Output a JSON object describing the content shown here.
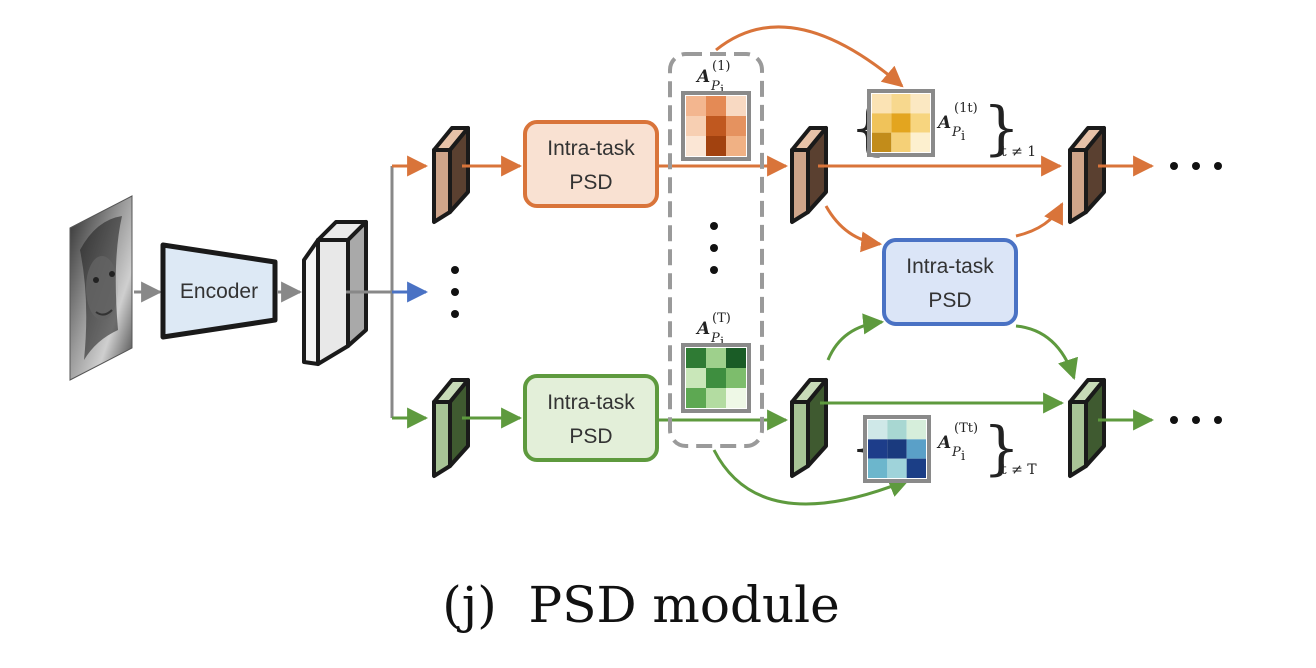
{
  "encoder": {
    "label": "Encoder"
  },
  "psd_top": {
    "line1": "Intra-task",
    "line2": "PSD"
  },
  "psd_bottom": {
    "line1": "Intra-task",
    "line2": "PSD"
  },
  "psd_middle": {
    "line1": "Intra-task",
    "line2": "PSD"
  },
  "attn_1": {
    "main": "A",
    "sub": "P",
    "subsub": "i",
    "sup": "(1)"
  },
  "attn_T": {
    "main": "A",
    "sub": "P",
    "subsub": "i",
    "sup": "(T)"
  },
  "attn_1t": {
    "main": "A",
    "sub": "P",
    "subsub": "i",
    "sup": "(1t)",
    "cond": "t ≠ 1"
  },
  "attn_Tt": {
    "main": "A",
    "sub": "P",
    "subsub": "i",
    "sup": "(Tt)",
    "cond": "t ≠ T"
  },
  "caption": "(j)  PSD module",
  "colors": {
    "orange": "#d9743a",
    "orange_fill": "#f9e1d2",
    "green": "#5e9a3e",
    "green_fill": "#e3efd9",
    "blue": "#4a72c4",
    "blue_fill": "#dbe5f7",
    "encoder_fill": "#dde9f5",
    "gray": "#888888"
  },
  "heatmaps": {
    "attn_1": [
      [
        "#f3b68f",
        "#e48a55",
        "#f8d9c2"
      ],
      [
        "#f7cfb2",
        "#c0581f",
        "#e5925f"
      ],
      [
        "#fbe6d5",
        "#a2420f",
        "#f0b184"
      ]
    ],
    "attn_T": [
      [
        "#2f7b34",
        "#9ed08c",
        "#1a5c26"
      ],
      [
        "#c9e7b9",
        "#3e8e3f",
        "#7dbd6c"
      ],
      [
        "#5da852",
        "#b3dca1",
        "#eef8e6"
      ]
    ],
    "attn_1t": [
      [
        "#fbe3b4",
        "#f7d88e",
        "#fbe8c2"
      ],
      [
        "#f0c35a",
        "#e3a51f",
        "#f7d57f"
      ],
      [
        "#c28c1a",
        "#f5d077",
        "#fdf0cf"
      ]
    ],
    "attn_Tt": [
      [
        "#cfe8e8",
        "#a8d7d2",
        "#d6eedb"
      ],
      [
        "#1d3d8a",
        "#1a3a7e",
        "#5aa0c8"
      ],
      [
        "#6cb6cc",
        "#9fd3da",
        "#1b3e86"
      ]
    ]
  }
}
